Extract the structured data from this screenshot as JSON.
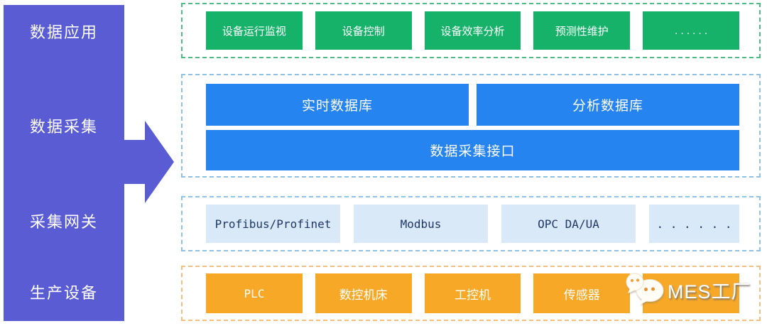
{
  "colors": {
    "purple": "#5a5cd3",
    "green": "#17b26a",
    "green_border": "#4bbd85",
    "blue": "#2684f0",
    "blue_border": "#8ec4ec",
    "lightblue": "#d9e9f8",
    "lightblue_text": "#1f3864",
    "orange": "#f7a826",
    "orange_border": "#f6bf7d"
  },
  "left_bar": {
    "labels": [
      "数据应用",
      "数据采集",
      "采集网关",
      "生产设备"
    ]
  },
  "rows": {
    "applications": {
      "items": [
        "设备运行监视",
        "设备控制",
        "设备效率分析",
        "预测性维护",
        ". . . . . ."
      ]
    },
    "databases": {
      "top": [
        "实时数据库",
        "分析数据库"
      ],
      "bottom": "数据采集接口"
    },
    "protocols": {
      "items": [
        "Profibus/Profinet",
        "Modbus",
        "OPC DA/UA",
        ". . . . . ."
      ]
    },
    "devices": {
      "items": [
        "PLC",
        "数控机床",
        "工控机",
        "传感器",
        ""
      ]
    }
  },
  "watermark": {
    "text": "MES工厂"
  }
}
